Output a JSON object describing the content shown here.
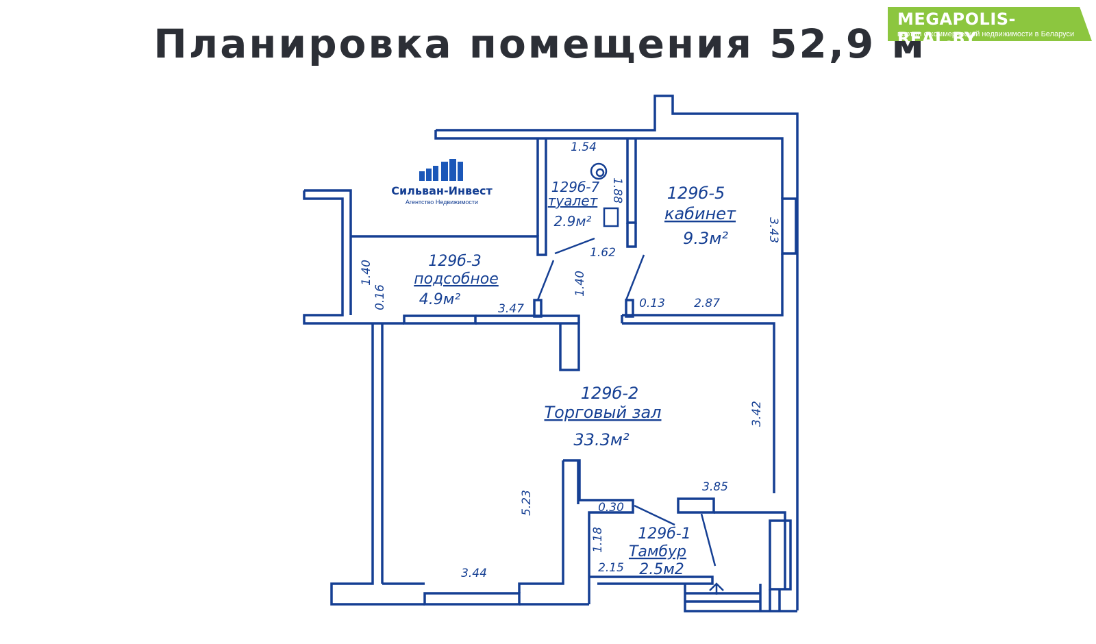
{
  "title": {
    "text": "Планировка помещения 52,9 м",
    "sup": "2"
  },
  "badge": {
    "site": "MEGAPOLIS-REAL.BY",
    "tagline": "портал о коммерческой недвижимости в Беларуси"
  },
  "agency": {
    "name": "Сильван-Инвест",
    "subtitle": "Агентство Недвижимости"
  },
  "colors": {
    "plan": "#153f93",
    "title": "#2c2f36",
    "badge": "#8cc63f"
  },
  "rooms": [
    {
      "code": "129б-7",
      "name": "туалет",
      "area": "2.9м²"
    },
    {
      "code": "129б-5",
      "name": "кабинет",
      "area": "9.3м²"
    },
    {
      "code": "129б-3",
      "name": "подсобное",
      "area": "4.9м²"
    },
    {
      "code": "129б-2",
      "name": "Торговый зал",
      "area": "33.3м²"
    },
    {
      "code": "129б-1",
      "name": "Тамбур",
      "area": "2.5м2"
    }
  ],
  "dimensions": [
    "1.54",
    "1.88",
    "1.62",
    "3.43",
    "1.40",
    "0.16",
    "1.40",
    "3.47",
    "0.13",
    "2.87",
    "3.42",
    "3.85",
    "5.23",
    "0.30",
    "1.18",
    "2.15",
    "3.44"
  ]
}
